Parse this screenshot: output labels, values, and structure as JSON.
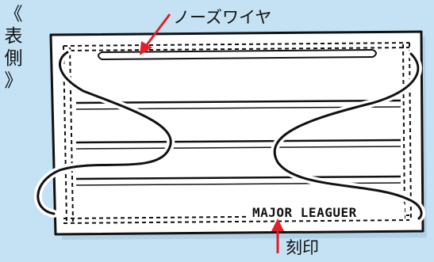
{
  "side_label": [
    "《",
    "表",
    "側",
    "》"
  ],
  "labels": {
    "nose_wire": "ノーズワイヤ",
    "imprint": "刻印"
  },
  "mask": {
    "stamp": "MAJOR LEAGUER"
  },
  "colors": {
    "background": "#c5e2f5",
    "mask_fill": "#ffffff",
    "outline": "#111111",
    "arrow": "#e0202a"
  }
}
